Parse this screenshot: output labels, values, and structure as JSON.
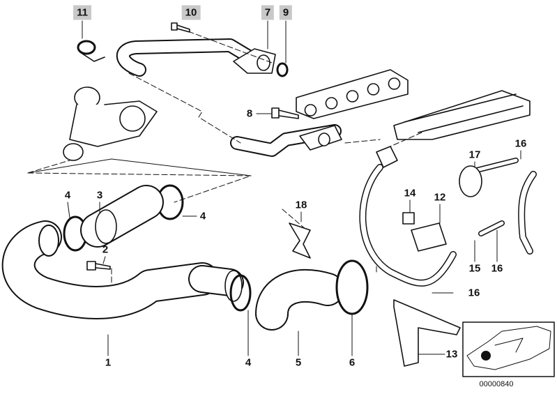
{
  "diagram": {
    "callouts": [
      {
        "id": "11",
        "highlighted": true
      },
      {
        "id": "10",
        "highlighted": true
      },
      {
        "id": "7",
        "highlighted": true
      },
      {
        "id": "9",
        "highlighted": true
      },
      {
        "id": "8",
        "highlighted": false
      },
      {
        "id": "4",
        "highlighted": false
      },
      {
        "id": "3",
        "highlighted": false
      },
      {
        "id": "4",
        "highlighted": false
      },
      {
        "id": "2",
        "highlighted": false
      },
      {
        "id": "18",
        "highlighted": false
      },
      {
        "id": "14",
        "highlighted": false
      },
      {
        "id": "17",
        "highlighted": false
      },
      {
        "id": "16",
        "highlighted": false
      },
      {
        "id": "12",
        "highlighted": false
      },
      {
        "id": "15",
        "highlighted": false
      },
      {
        "id": "16",
        "highlighted": false
      },
      {
        "id": "16",
        "highlighted": false
      },
      {
        "id": "1",
        "highlighted": false
      },
      {
        "id": "4",
        "highlighted": false
      },
      {
        "id": "5",
        "highlighted": false
      },
      {
        "id": "6",
        "highlighted": false
      },
      {
        "id": "13",
        "highlighted": false
      }
    ],
    "diagram_code": "00000840",
    "highlight_color": "#c8c8c8"
  }
}
